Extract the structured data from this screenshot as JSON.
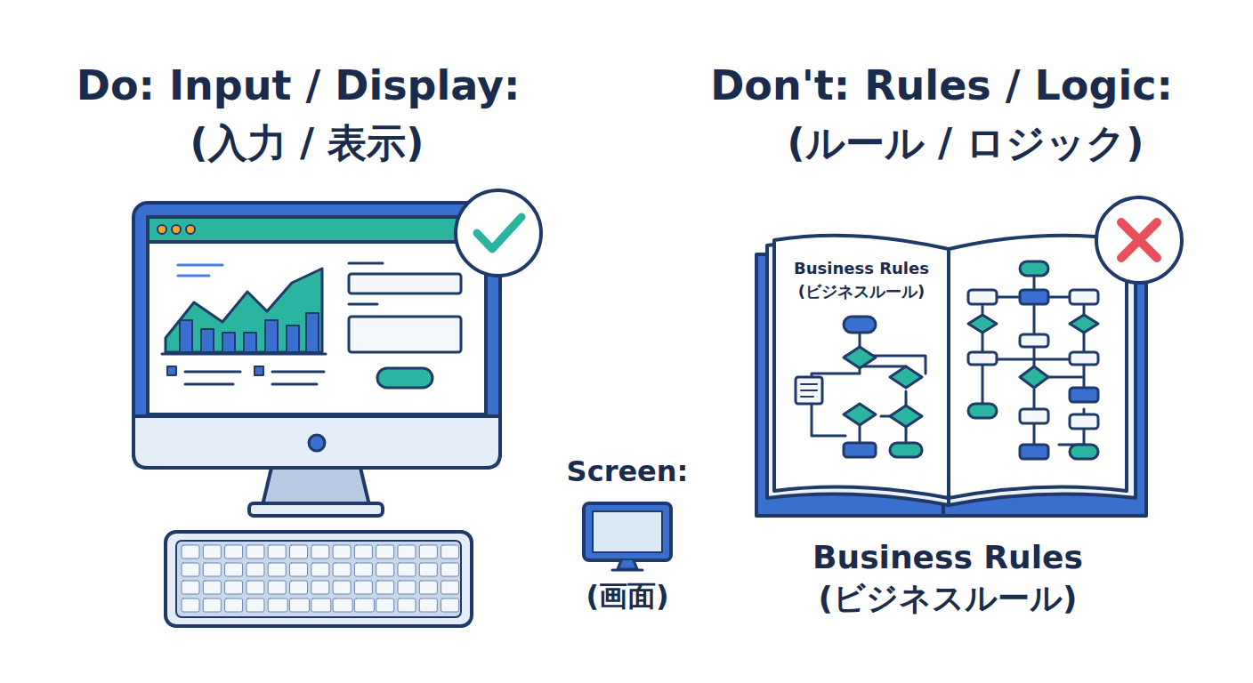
{
  "diagram": {
    "labels": [
      "Do: Input / Display:",
      "(入力 / 表示)",
      "Don't: Rules / Logic:",
      "(ルール / ロジック)",
      "Business Rules",
      "(ビジネスルール)",
      "Screen:",
      "(画面)",
      "Business Rules",
      "(ビジネスルール)"
    ]
  }
}
